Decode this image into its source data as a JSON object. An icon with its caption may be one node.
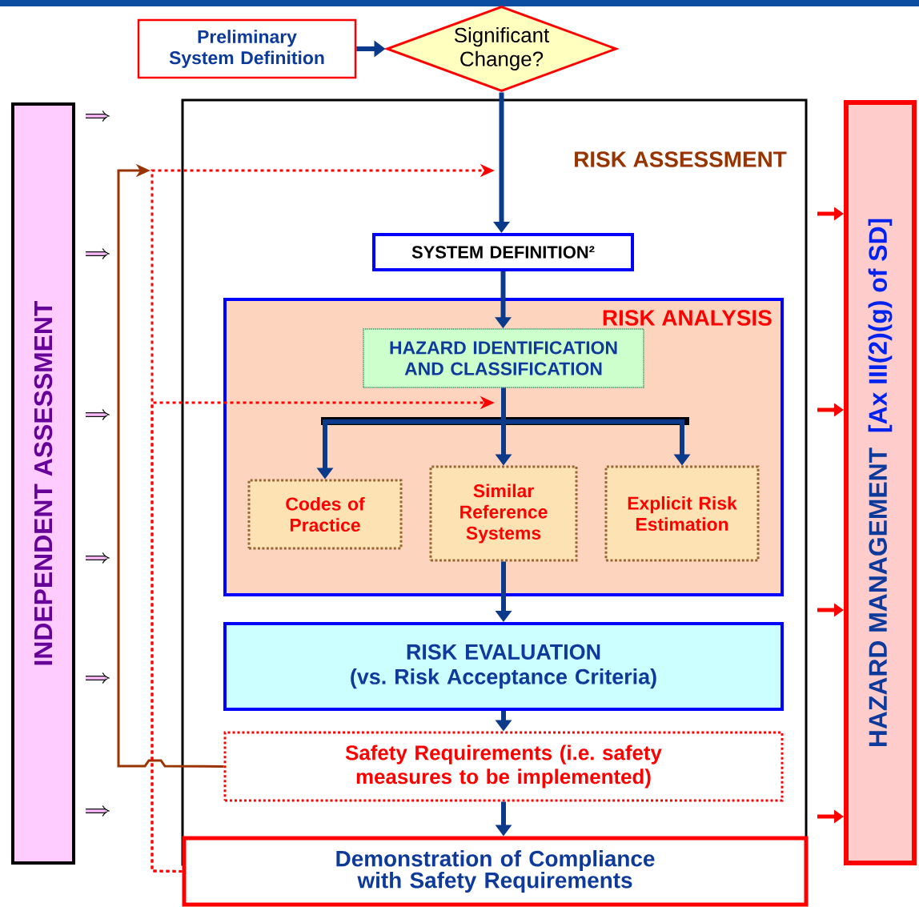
{
  "diagram": {
    "nodes": [
      {
        "text": [
          "Preliminary System Definition"
        ]
      },
      {
        "text": [
          "Significant Change?"
        ]
      },
      {
        "text": [
          "INDEPENDENT ASSESSMENT"
        ]
      },
      {
        "text": [
          "RISK ASSESSMENT"
        ]
      },
      {
        "text": [
          "SYSTEM DEFINITION²"
        ],
        "in": 3
      },
      {
        "text": [
          "RISK ANALYSIS"
        ],
        "in": 3
      },
      {
        "text": [
          "HAZARD IDENTIFICATION AND CLASSIFICATION"
        ],
        "in": 5
      },
      {
        "text": [
          "Codes of Practice"
        ],
        "in": 5
      },
      {
        "text": [
          "Similar Reference Systems"
        ],
        "in": 5
      },
      {
        "text": [
          "Explicit Risk Estimation"
        ],
        "in": 5
      },
      {
        "text": [
          "RISK EVALUATION",
          "(vs. Risk Acceptance Criteria)"
        ],
        "in": 3
      },
      {
        "text": [
          "Safety Requirements (i.e. safety measures to be implemented)"
        ],
        "in": 3
      },
      {
        "text": [
          "Demonstration of Compliance with Safety Requirements"
        ]
      },
      {
        "text": [
          "HAZARD MANAGEMENT",
          "[Ax III(2)(g) of SD]"
        ]
      }
    ],
    "edges": [
      {
        "from": 0,
        "to": 1,
        "arrow": "to"
      },
      {
        "from": 1,
        "to": 4,
        "arrow": "to"
      },
      {
        "from": 4,
        "to": 6,
        "arrow": "to"
      },
      {
        "from": 6,
        "to": 7,
        "arrow": "to"
      },
      {
        "from": 6,
        "to": 8,
        "arrow": "to"
      },
      {
        "from": 6,
        "to": 9,
        "arrow": "to"
      },
      {
        "from": 8,
        "to": 10,
        "arrow": "to"
      },
      {
        "from": 10,
        "to": 11,
        "arrow": "to"
      },
      {
        "from": 11,
        "to": 12,
        "arrow": "to"
      },
      {
        "from": 11,
        "to": null,
        "arrow": "to",
        "color": "#993300"
      },
      {
        "from": 12,
        "to": null,
        "arrow": "to",
        "style": "dashed",
        "color": "#ff0000"
      },
      {
        "from": 12,
        "to": null,
        "arrow": "to",
        "style": "dashed",
        "color": "#ff0000"
      },
      {
        "from": null,
        "to": 13,
        "arrow": "to",
        "color": "#ff0000"
      },
      {
        "from": null,
        "to": 13,
        "arrow": "to",
        "color": "#ff0000"
      },
      {
        "from": null,
        "to": 13,
        "arrow": "to",
        "color": "#ff0000"
      },
      {
        "from": null,
        "to": 13,
        "arrow": "to",
        "color": "#ff0000"
      }
    ]
  }
}
